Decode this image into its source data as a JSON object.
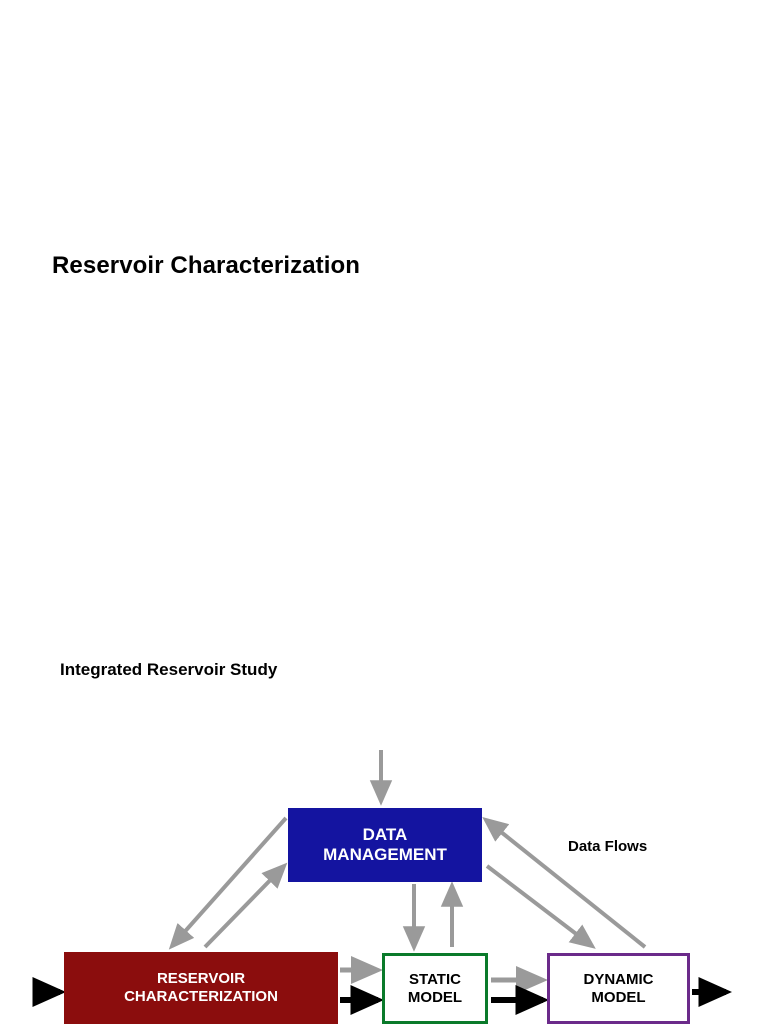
{
  "slide": {
    "title": "Reservoir Characterization",
    "subtitle": "Integrated Reservoir Study"
  },
  "diagram": {
    "legend_label": "Data Flows",
    "boxes": [
      {
        "id": "data-management",
        "label": "DATA\nMANAGEMENT",
        "line1": "DATA",
        "line2": "MANAGEMENT",
        "fill": "#1414A0",
        "text_color": "#FFFFFF",
        "border": "#1414A0"
      },
      {
        "id": "reservoir-characterization",
        "label": "RESERVOIR\nCHARACTERIZATION",
        "line1": "RESERVOIR",
        "line2": "CHARACTERIZATION",
        "fill": "#8B0D0D",
        "text_color": "#FFFFFF",
        "border": "#8B0D0D"
      },
      {
        "id": "static-model",
        "label": "STATIC\nMODEL",
        "line1": "STATIC",
        "line2": "MODEL",
        "fill": "#FFFFFF",
        "text_color": "#000000",
        "border": "#0A7A2A"
      },
      {
        "id": "dynamic-model",
        "label": "DYNAMIC\nMODEL",
        "line1": "DYNAMIC",
        "line2": "MODEL",
        "fill": "#FFFFFF",
        "text_color": "#000000",
        "border": "#6B2A8A"
      }
    ],
    "arrow_colors": {
      "data_flow": "#9A9A9A",
      "process_flow": "#000000"
    }
  }
}
